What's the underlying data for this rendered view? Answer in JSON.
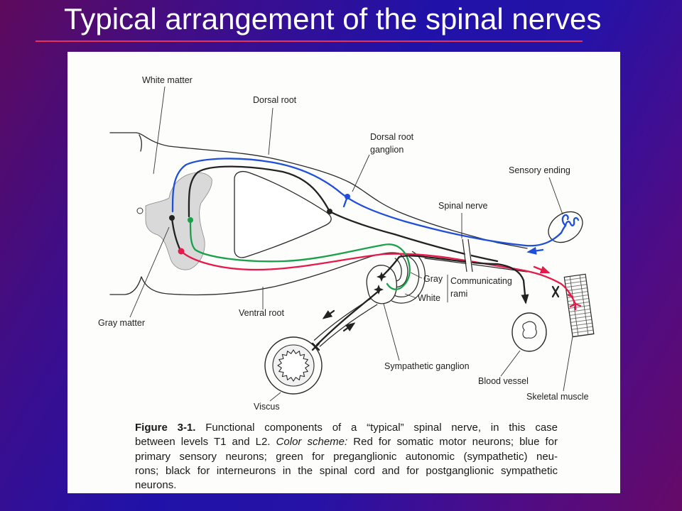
{
  "slide": {
    "title": "Typical arrangement of the spinal nerves"
  },
  "figure": {
    "labels": {
      "white_matter": "White matter",
      "dorsal_root": "Dorsal root",
      "drg_line1": "Dorsal root",
      "drg_line2": "ganglion",
      "sensory_ending": "Sensory ending",
      "spinal_nerve": "Spinal nerve",
      "gray": "Gray",
      "communicating": "Communicating",
      "rami": "rami",
      "white": "White",
      "gray_matter": "Gray matter",
      "ventral_root": "Ventral root",
      "sympathetic_ganglion": "Sympathetic ganglion",
      "blood_vessel": "Blood vessel",
      "skeletal_muscle": "Skeletal muscle",
      "viscus": "Viscus"
    },
    "caption": {
      "figure_label": "Figure 3-1.",
      "line1": "Functional components of a “typical” spinal nerve, in this case",
      "line2_start": "between levels T1 and L2.",
      "line2_italic": "Color scheme:",
      "line2_end": "Red for somatic motor neurons; blue for",
      "line3": "primary sensory neurons; green for preganglionic autonomic (sympathetic) neu-",
      "line4": "rons; black for interneurons in the spinal cord and for postganglionic sympathetic",
      "line5": "neurons."
    }
  },
  "colors": {
    "somatic_motor": "#e6194b",
    "sensory": "#1f4fd8",
    "preganglionic": "#19a04a",
    "interneuron": "#222222",
    "title_rule": "#e8305a"
  }
}
